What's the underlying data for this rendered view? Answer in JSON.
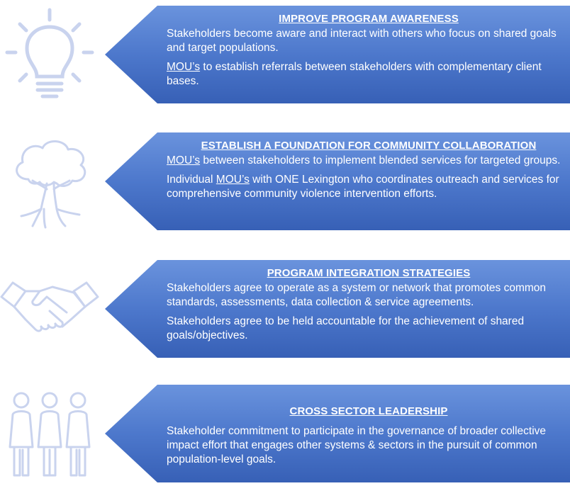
{
  "colors": {
    "banner_light": "#5c86d4",
    "banner_dark": "#3a64bb",
    "icon_stroke": "#c9d3ee"
  },
  "rows": [
    {
      "icon": "lightbulb-icon",
      "heading": "IMPROVE PROGRAM AWARENESS",
      "p1": "Stakeholders become aware and interact with others who focus on shared goals and target populations.",
      "p2_link": "MOU’s",
      "p2_rest": " to establish referrals between stakeholders with complementary client bases."
    },
    {
      "icon": "tree-icon",
      "heading": "ESTABLISH A FOUNDATION FOR COMMUNITY COLLABORATION",
      "p1_link": "MOU’s",
      "p1_rest": " between stakeholders to implement blended services for targeted groups.",
      "p2_pre": "Individual ",
      "p2_link": "MOU’s",
      "p2_rest": " with ONE Lexington who coordinates outreach and services for comprehensive community violence intervention efforts."
    },
    {
      "icon": "handshake-icon",
      "heading": "PROGRAM INTEGRATION STRATEGIES",
      "p1": "Stakeholders agree to operate as a system or network that promotes common standards, assessments, data collection & service agreements.",
      "p2": "Stakeholders agree to be held accountable for the achievement of shared goals/objectives."
    },
    {
      "icon": "people-icon",
      "heading": "CROSS SECTOR LEADERSHIP",
      "p1": "Stakeholder commitment to participate in the governance of broader collective impact effort that engages other systems & sectors in the pursuit of common population-level goals."
    }
  ]
}
